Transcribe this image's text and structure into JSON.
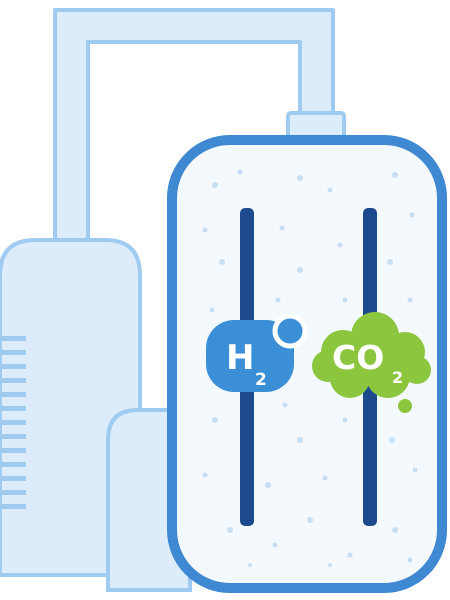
{
  "molecules": {
    "hydrogen": {
      "symbol": "H",
      "subscript": "2",
      "color": "#3a8fd6"
    },
    "carbon_dioxide": {
      "symbol": "CO",
      "subscript": "2",
      "color": "#8cc63f"
    }
  },
  "colors": {
    "pipe_fill": "#dcecfb",
    "pipe_stroke": "#9fcbf1",
    "tank_border": "#3f88d2",
    "tank_inner": "#f4f9fe",
    "electrode": "#1d4a8c",
    "bubble": "#c8def2"
  }
}
